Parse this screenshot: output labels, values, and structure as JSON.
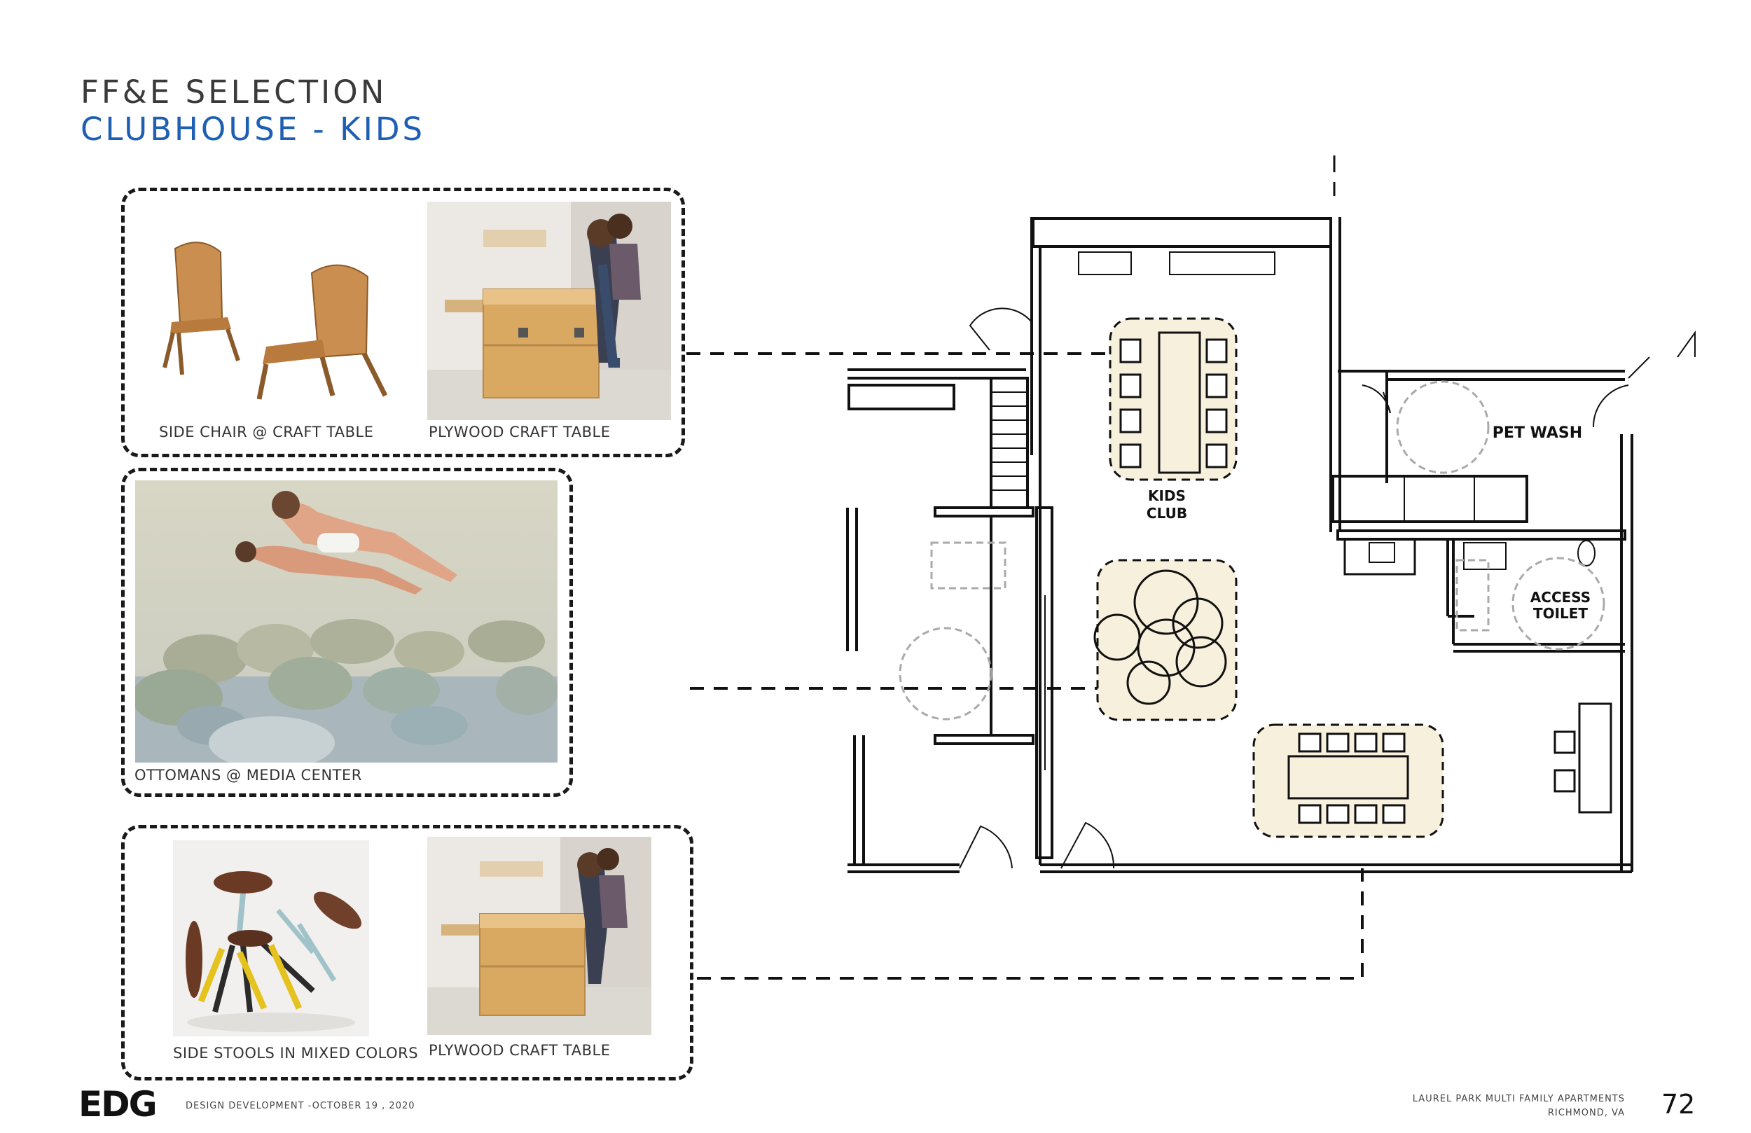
{
  "header": {
    "title": "FF&E SELECTION",
    "subtitle": "CLUBHOUSE - KIDS"
  },
  "panels": {
    "top": {
      "item1_caption": "SIDE CHAIR @ CRAFT TABLE",
      "item2_caption": "PLYWOOD CRAFT TABLE"
    },
    "middle": {
      "item1_caption": "OTTOMANS @ MEDIA CENTER"
    },
    "bottom": {
      "item1_caption": "SIDE STOOLS IN MIXED COLORS",
      "item2_caption": "PLYWOOD CRAFT TABLE"
    }
  },
  "plan": {
    "kids_club_line1": "KIDS",
    "kids_club_line2": "CLUB",
    "pet_wash": "PET WASH",
    "access_line1": "ACCESS",
    "access_line2": "TOILET"
  },
  "footer": {
    "logo": "EDG",
    "phase": "DESIGN DEVELOPMENT -OCTOBER 19 , 2020",
    "project_line1": "LAUREL PARK MULTI FAMILY APARTMENTS",
    "project_line2": "RICHMOND, VA",
    "page_number": "72"
  },
  "colors": {
    "title_gray": "#3a3a3a",
    "subtitle_blue": "#1e5fb4",
    "zone_fill": "#f7f0dc"
  }
}
